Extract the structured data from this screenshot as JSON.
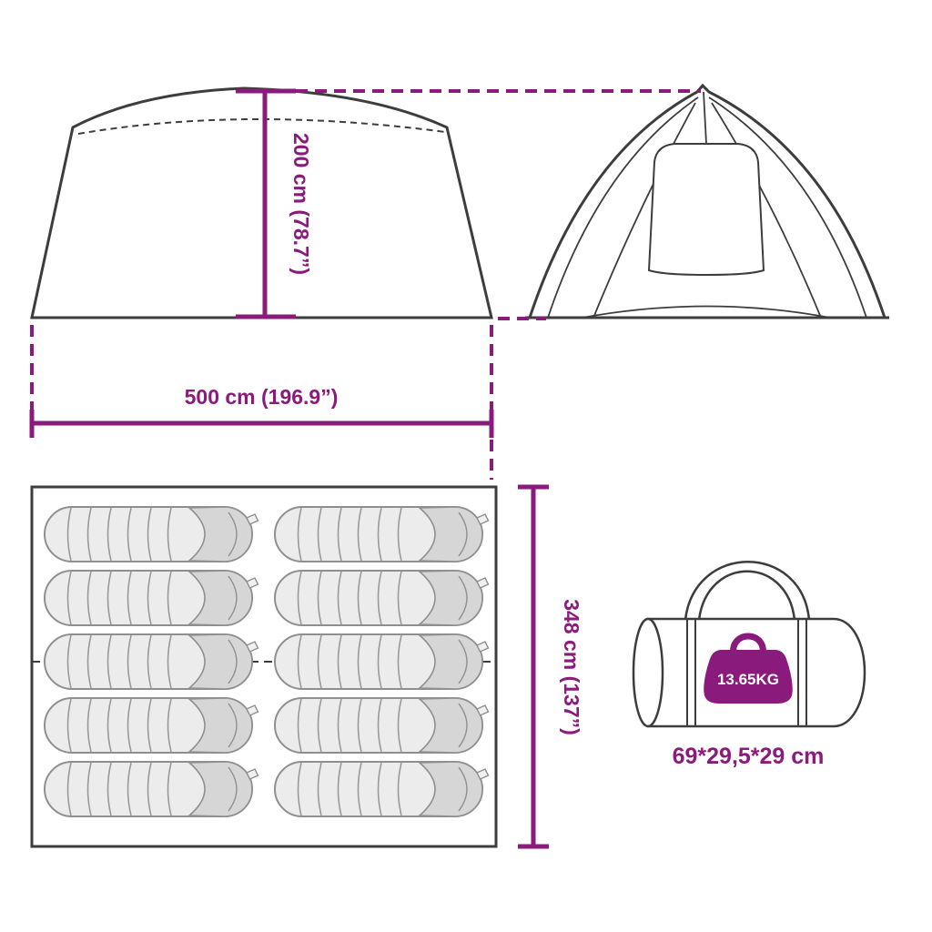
{
  "page": {
    "background_color": "#ffffff",
    "accent_color": "#8B1A7D",
    "outline_color": "#3d3d3d",
    "bag_fill_color": "#ececec",
    "bag_hood_color": "#d6d6d6"
  },
  "dimensions": {
    "height": "200 cm (78.7”)",
    "width": "500 cm (196.9”)",
    "depth": "348 cm (137”)"
  },
  "floor_plan": {
    "sleeping_bag_count": 10
  },
  "carry_bag": {
    "weight": "13.65KG",
    "size": "69*29,5*29 cm"
  }
}
